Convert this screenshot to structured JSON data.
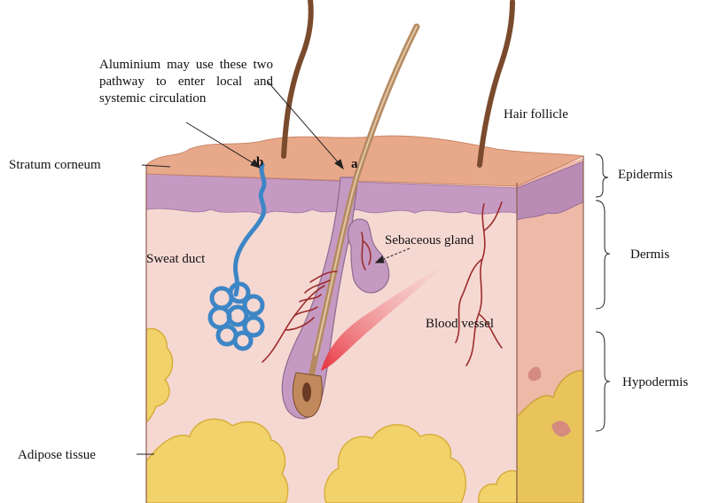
{
  "annotation": {
    "text": "Aluminium may use these two pathway to enter local and systemic circulation",
    "pathway_a": "a",
    "pathway_b": "b"
  },
  "labels": {
    "hair_follicle": "Hair follicle",
    "stratum_corneum": "Stratum corneum",
    "sweat_duct": "Sweat duct",
    "sebaceous_gland": "Sebaceous gland",
    "blood_vessel": "Blood vessel",
    "adipose_tissue": "Adipose tissue"
  },
  "layers": {
    "epidermis": "Epidermis",
    "dermis": "Dermis",
    "hypodermis": "Hypodermis"
  },
  "colors": {
    "stratum_top": "#e8a98a",
    "epidermis": "#c59ac2",
    "dermis": "#f6d8d2",
    "side_face": "#efb9a8",
    "adipose": "#f2d36b",
    "adipose_stroke": "#d7ad3c",
    "hair": "#7a4a2c",
    "sweat_gland": "#3d86c6",
    "vessel": "#9b2d2d",
    "muscle": "#e94b57"
  }
}
